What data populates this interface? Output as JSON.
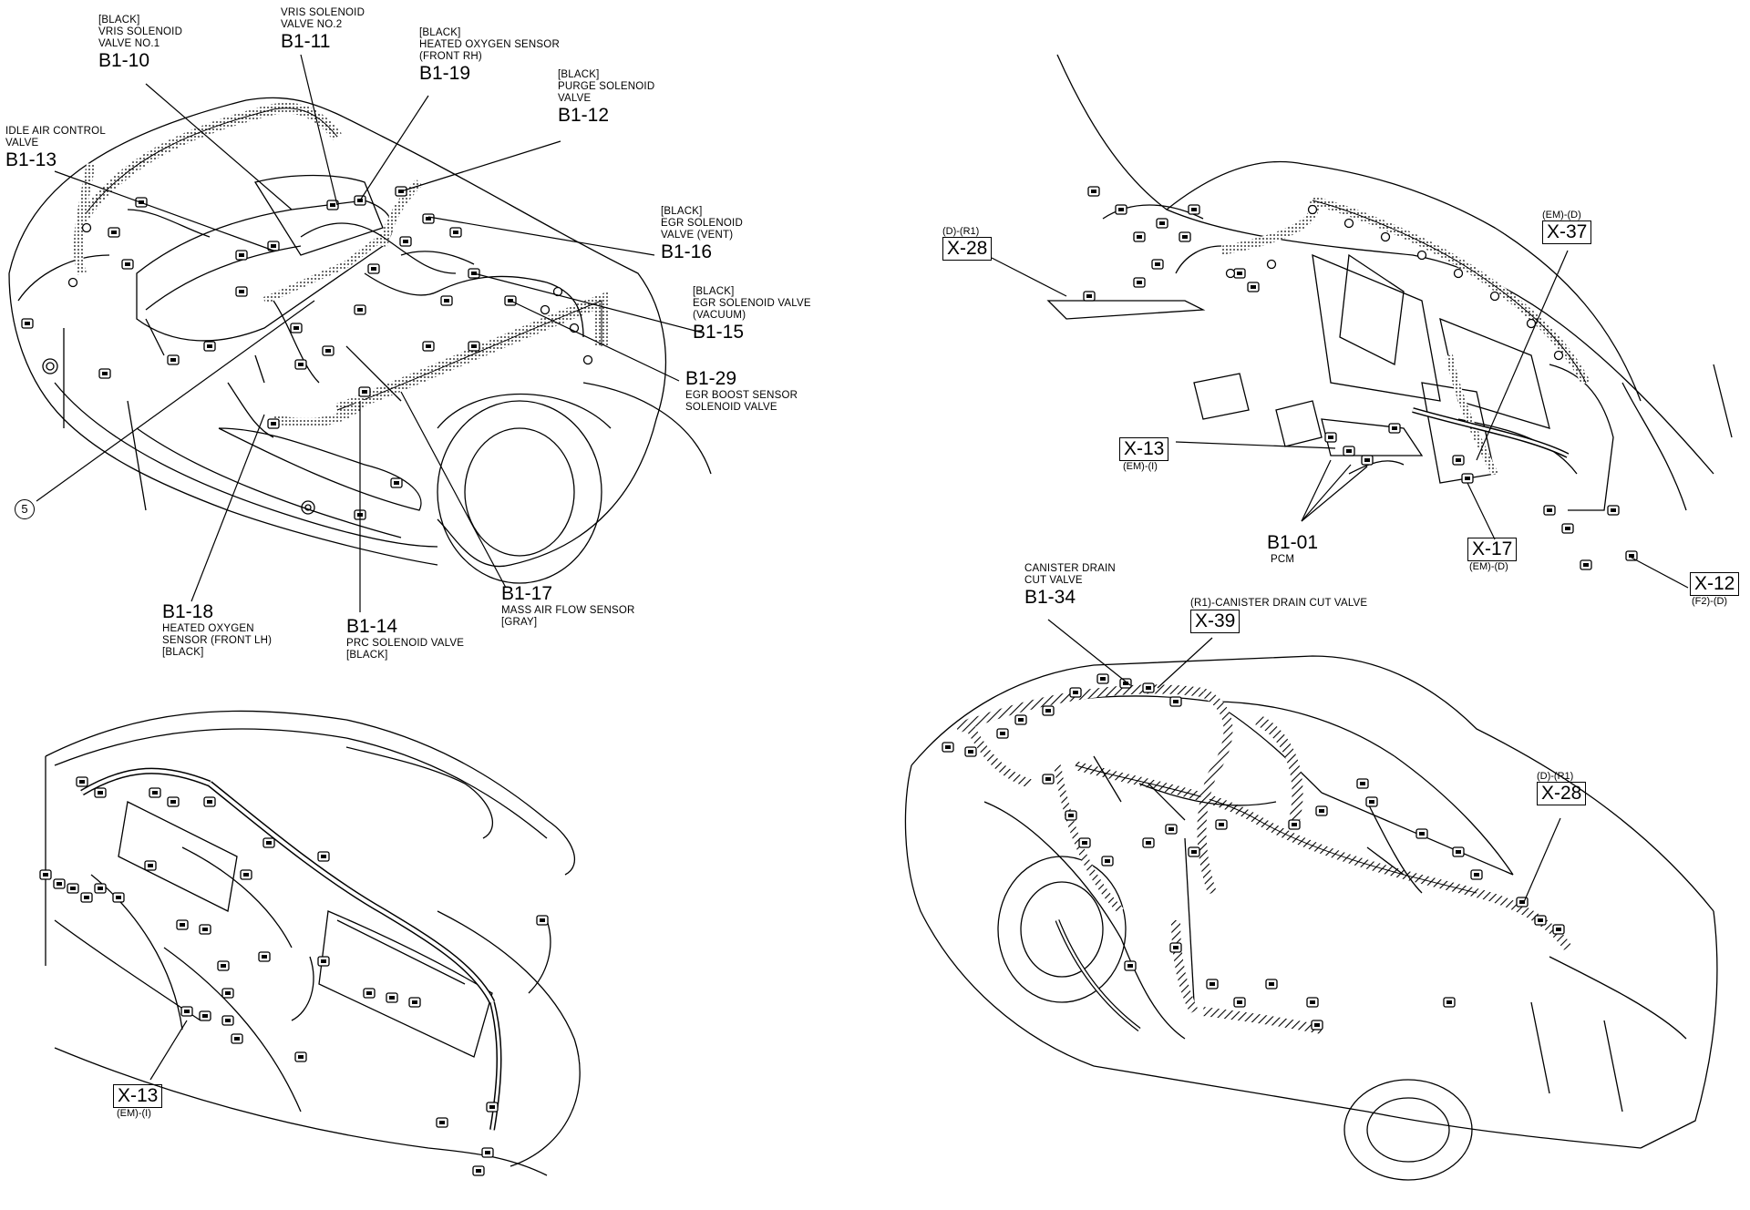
{
  "engine": {
    "b1_10": {
      "desc": "[BLACK]\nVRIS SOLENOID\nVALVE NO.1",
      "code": "B1-10"
    },
    "b1_11": {
      "desc": "VRIS SOLENOID\nVALVE NO.2",
      "code": "B1-11"
    },
    "b1_19": {
      "desc": "[BLACK]\nHEATED OXYGEN SENSOR\n(FRONT RH)",
      "code": "B1-19"
    },
    "b1_12": {
      "desc": "[BLACK]\nPURGE SOLENOID\nVALVE",
      "code": "B1-12"
    },
    "b1_13": {
      "desc": "IDLE AIR CONTROL\nVALVE",
      "code": "B1-13"
    },
    "b1_16": {
      "desc": "[BLACK]\nEGR SOLENOID\nVALVE (VENT)",
      "code": "B1-16"
    },
    "b1_15": {
      "desc": "[BLACK]\nEGR SOLENOID VALVE\n(VACUUM)",
      "code": "B1-15"
    },
    "b1_29": {
      "code": "B1-29",
      "desc": "EGR BOOST SENSOR\nSOLENOID VALVE"
    },
    "b1_17": {
      "code": "B1-17",
      "desc": "MASS AIR FLOW SENSOR\n[GRAY]"
    },
    "b1_18": {
      "code": "B1-18",
      "desc": "HEATED OXYGEN\nSENSOR (FRONT LH)\n[BLACK]"
    },
    "b1_14": {
      "code": "B1-14",
      "desc": "PRC SOLENOID VALVE\n[BLACK]"
    },
    "ground_marker": "5"
  },
  "cabin": {
    "x28": {
      "tag": "(D)-(R1)",
      "code": "X-28"
    },
    "x37": {
      "tag": "(EM)-(D)",
      "code": "X-37"
    },
    "x13": {
      "code": "X-13",
      "tag": "(EM)-(I)"
    },
    "b1_01": {
      "code": "B1-01",
      "desc": "PCM"
    },
    "x17": {
      "code": "X-17",
      "tag": "(EM)-(D)"
    },
    "x12": {
      "code": "X-12",
      "tag": "(F2)-(D)"
    }
  },
  "dash": {
    "x13": {
      "code": "X-13",
      "tag": "(EM)-(I)"
    }
  },
  "body": {
    "b1_34": {
      "desc": "CANISTER DRAIN\nCUT VALVE",
      "code": "B1-34"
    },
    "x39": {
      "desc": "(R1)-CANISTER DRAIN CUT VALVE",
      "code": "X-39"
    },
    "x28": {
      "tag": "(D)-(R1)",
      "code": "X-28"
    }
  }
}
